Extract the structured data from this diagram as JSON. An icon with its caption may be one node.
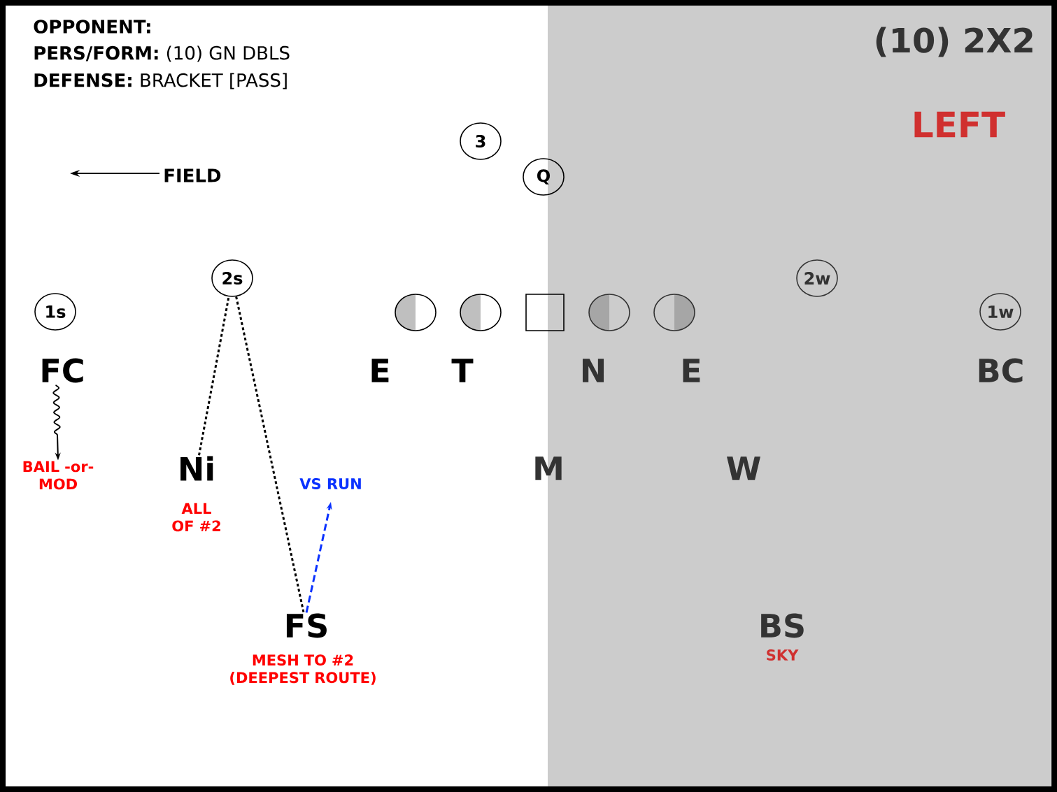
{
  "diagram": {
    "title": "(10) 2X2",
    "nodes": [
      {
        "text": [
          "3"
        ]
      },
      {
        "text": [
          "Q"
        ]
      },
      {
        "text": [
          "2s"
        ]
      },
      {
        "text": [
          "1s"
        ]
      },
      {
        "text": [],
        "shape": "circle"
      },
      {
        "text": [],
        "shape": "circle"
      },
      {
        "text": [],
        "shape": "box"
      },
      {
        "text": [],
        "shape": "circle"
      },
      {
        "text": [],
        "shape": "circle"
      },
      {
        "text": [
          "2w"
        ]
      },
      {
        "text": [
          "1w"
        ]
      },
      {
        "text": [
          "FC"
        ]
      },
      {
        "text": [
          "E"
        ]
      },
      {
        "text": [
          "T"
        ]
      },
      {
        "text": [
          "N"
        ]
      },
      {
        "text": [
          "E"
        ]
      },
      {
        "text": [
          "BC"
        ]
      },
      {
        "text": [
          "Ni"
        ],
        "beside": [
          "ALL OF #2"
        ]
      },
      {
        "text": [
          "M"
        ]
      },
      {
        "text": [
          "W"
        ]
      },
      {
        "text": [
          "FS"
        ],
        "beside": [
          "MESH TO #2 (DEEPEST ROUTE)"
        ]
      },
      {
        "text": [
          "BS"
        ],
        "beside": [
          "SKY"
        ]
      },
      {
        "text": [
          "BAIL -or- MOD"
        ]
      }
    ],
    "edges": [
      {
        "from": 11,
        "to": 22,
        "arrow": "to"
      },
      {
        "from": 17,
        "to": 2,
        "arrow": "none",
        "style": "dashed"
      },
      {
        "from": 2,
        "to": 20,
        "arrow": "none",
        "style": "dashed"
      },
      {
        "from": 20,
        "to": null,
        "arrow": "to",
        "style": "dashed",
        "color": "#0a32ff",
        "label": "VS RUN"
      }
    ],
    "labels": [
      "OPPONENT:",
      "**PERS/FORM:** (10) GN DBLS",
      "**DEFENSE:** BRACKET [PASS]",
      "LEFT",
      "FIELD"
    ]
  }
}
